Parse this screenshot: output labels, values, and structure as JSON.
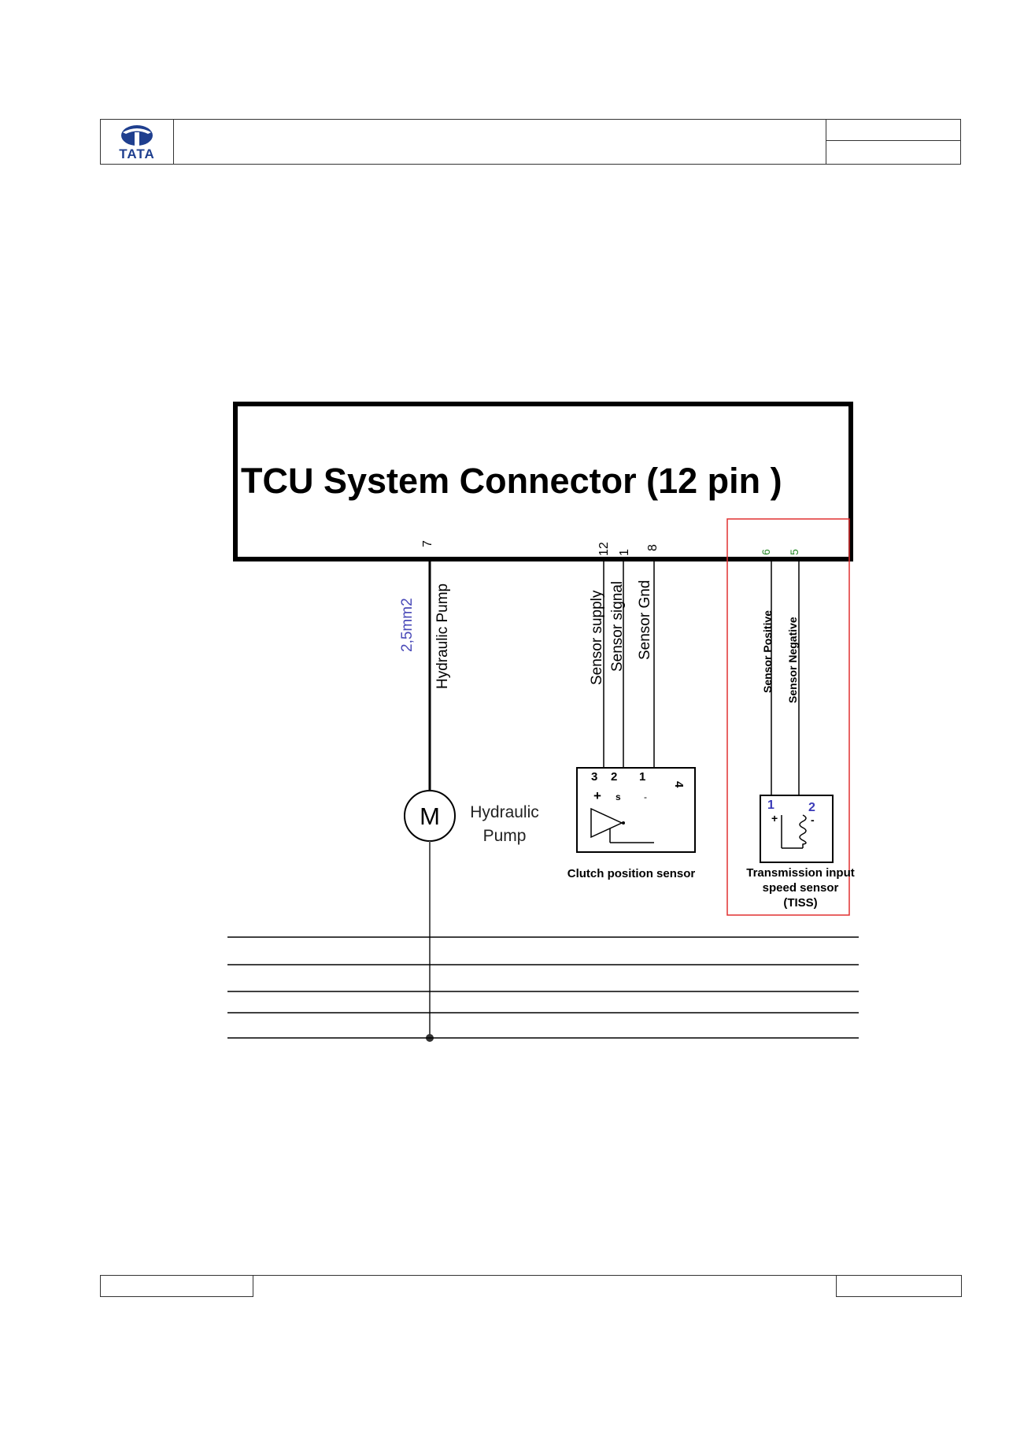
{
  "header": {
    "logo_text": "TATA"
  },
  "diagram": {
    "connector_title": "TCU  System Connector (12 pin )",
    "pump_branch": {
      "pin": "7",
      "wire_size": "2,5mm2",
      "wire_label": "Hydraulic Pump",
      "motor_symbol": "M",
      "component_label_line1": "Hydraulic",
      "component_label_line2": "Pump"
    },
    "clutch_sensor": {
      "pins": [
        "12",
        "1",
        "8"
      ],
      "wire_labels": [
        "Sensor supply",
        "Sensor signal",
        "Sensor Gnd"
      ],
      "terminal_numbers": [
        "3",
        "2",
        "1",
        "4"
      ],
      "terminal_marks": [
        "+",
        "s",
        "-"
      ],
      "caption": "Clutch position sensor"
    },
    "tiss_sensor": {
      "pins": [
        "6",
        "5"
      ],
      "wire_labels": [
        "Sensor Positive",
        "Sensor Negative"
      ],
      "terminal_numbers": [
        "1",
        "2"
      ],
      "terminal_marks": [
        "+",
        "-"
      ],
      "caption_line1": "Transmission input",
      "caption_line2": "speed sensor",
      "caption_line3": "(TISS)"
    },
    "colors": {
      "wire_size_text": "#4a4ab8",
      "tiss_pin_text": "#2a8a2a",
      "tiss_terminal_text": "#3a3ab8",
      "highlight_box": "#e03030"
    }
  }
}
